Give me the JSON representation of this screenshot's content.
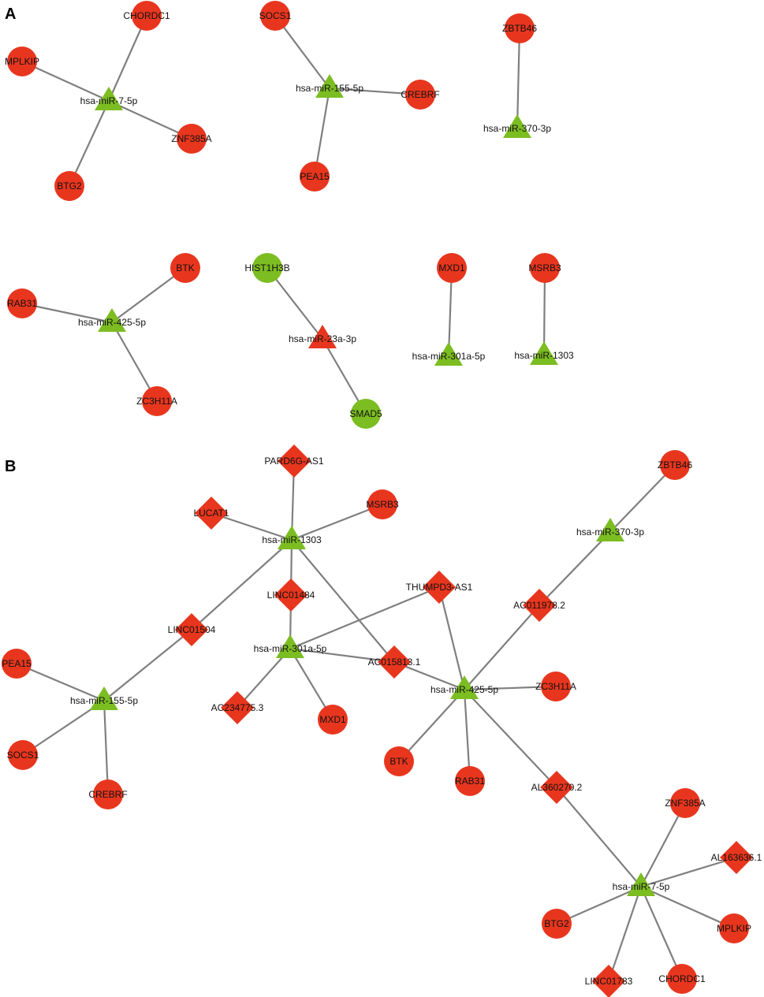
{
  "colors": {
    "red": "#e8361e",
    "green": "#7cbd22",
    "edge": "#7f7f7f"
  },
  "panels": [
    {
      "label": "A",
      "nodes": [
        {
          "id": "a_mir7",
          "label": "hsa-miR-7-5p",
          "shape": "triangle",
          "color": "green"
        },
        {
          "id": "a_chordc1",
          "label": "CHORDC1",
          "shape": "circle",
          "color": "red"
        },
        {
          "id": "a_mplkip",
          "label": "MPLKIP",
          "shape": "circle",
          "color": "red"
        },
        {
          "id": "a_znf385a",
          "label": "ZNF385A",
          "shape": "circle",
          "color": "red"
        },
        {
          "id": "a_btg2",
          "label": "BTG2",
          "shape": "circle",
          "color": "red"
        },
        {
          "id": "a_mir155",
          "label": "hsa-miR-155-5p",
          "shape": "triangle",
          "color": "green"
        },
        {
          "id": "a_socs1",
          "label": "SOCS1",
          "shape": "circle",
          "color": "red"
        },
        {
          "id": "a_crebrf",
          "label": "CREBRF",
          "shape": "circle",
          "color": "red"
        },
        {
          "id": "a_pea15",
          "label": "PEA15",
          "shape": "circle",
          "color": "red"
        },
        {
          "id": "a_zbtb46",
          "label": "ZBTB46",
          "shape": "circle",
          "color": "red"
        },
        {
          "id": "a_mir370",
          "label": "hsa-miR-370-3p",
          "shape": "triangle",
          "color": "green"
        },
        {
          "id": "a_btk",
          "label": "BTK",
          "shape": "circle",
          "color": "red"
        },
        {
          "id": "a_rab31",
          "label": "RAB31",
          "shape": "circle",
          "color": "red"
        },
        {
          "id": "a_mir425",
          "label": "hsa-miR-425-5p",
          "shape": "triangle",
          "color": "green"
        },
        {
          "id": "a_zc3h11a",
          "label": "ZC3H11A",
          "shape": "circle",
          "color": "red"
        },
        {
          "id": "a_hist",
          "label": "HIST1H3B",
          "shape": "circle",
          "color": "green"
        },
        {
          "id": "a_mir23",
          "label": "hsa-miR-23a-3p",
          "shape": "triangle",
          "color": "red"
        },
        {
          "id": "a_smad5",
          "label": "SMAD5",
          "shape": "circle",
          "color": "green"
        },
        {
          "id": "a_mxd1",
          "label": "MXD1",
          "shape": "circle",
          "color": "red"
        },
        {
          "id": "a_mir301",
          "label": "hsa-miR-301a-5p",
          "shape": "triangle",
          "color": "green"
        },
        {
          "id": "a_msrb3",
          "label": "MSRB3",
          "shape": "circle",
          "color": "red"
        },
        {
          "id": "a_mir1303",
          "label": "hsa-miR-1303",
          "shape": "triangle",
          "color": "green"
        }
      ],
      "edges": [
        [
          "a_mir7",
          "a_chordc1"
        ],
        [
          "a_mir7",
          "a_mplkip"
        ],
        [
          "a_mir7",
          "a_znf385a"
        ],
        [
          "a_mir7",
          "a_btg2"
        ],
        [
          "a_mir155",
          "a_socs1"
        ],
        [
          "a_mir155",
          "a_crebrf"
        ],
        [
          "a_mir155",
          "a_pea15"
        ],
        [
          "a_mir370",
          "a_zbtb46"
        ],
        [
          "a_mir425",
          "a_btk"
        ],
        [
          "a_mir425",
          "a_rab31"
        ],
        [
          "a_mir425",
          "a_zc3h11a"
        ],
        [
          "a_mir23",
          "a_hist"
        ],
        [
          "a_mir23",
          "a_smad5"
        ],
        [
          "a_mir301",
          "a_mxd1"
        ],
        [
          "a_mir1303",
          "a_msrb3"
        ]
      ]
    },
    {
      "label": "B",
      "nodes": [
        {
          "id": "b_pard6g",
          "label": "PARD6G-AS1",
          "shape": "diamond",
          "color": "red"
        },
        {
          "id": "b_lucat1",
          "label": "LUCAT1",
          "shape": "diamond",
          "color": "red"
        },
        {
          "id": "b_msrb3",
          "label": "MSRB3",
          "shape": "circle",
          "color": "red"
        },
        {
          "id": "b_mir1303",
          "label": "hsa-miR-1303",
          "shape": "triangle",
          "color": "green"
        },
        {
          "id": "b_zbtb46",
          "label": "ZBTB46",
          "shape": "circle",
          "color": "red"
        },
        {
          "id": "b_mir370",
          "label": "hsa-miR-370-3p",
          "shape": "triangle",
          "color": "green"
        },
        {
          "id": "b_linc01484",
          "label": "LINC01484",
          "shape": "diamond",
          "color": "red"
        },
        {
          "id": "b_thumpd3",
          "label": "THUMPD3-AS1",
          "shape": "diamond",
          "color": "red"
        },
        {
          "id": "b_ac011978",
          "label": "AC011978.2",
          "shape": "diamond",
          "color": "red"
        },
        {
          "id": "b_linc01504",
          "label": "LINC01504",
          "shape": "diamond",
          "color": "red"
        },
        {
          "id": "b_mir301",
          "label": "hsa-miR-301a-5p",
          "shape": "triangle",
          "color": "green"
        },
        {
          "id": "b_ac015813",
          "label": "AC015813.1",
          "shape": "diamond",
          "color": "red"
        },
        {
          "id": "b_pea15",
          "label": "PEA15",
          "shape": "circle",
          "color": "red"
        },
        {
          "id": "b_mir155",
          "label": "hsa-miR-155-5p",
          "shape": "triangle",
          "color": "green"
        },
        {
          "id": "b_mir425",
          "label": "hsa-miR-425-5p",
          "shape": "triangle",
          "color": "green"
        },
        {
          "id": "b_zc3h11a",
          "label": "ZC3H11A",
          "shape": "circle",
          "color": "red"
        },
        {
          "id": "b_ac234775",
          "label": "AC234775.3",
          "shape": "diamond",
          "color": "red"
        },
        {
          "id": "b_mxd1",
          "label": "MXD1",
          "shape": "circle",
          "color": "red"
        },
        {
          "id": "b_socs1",
          "label": "SOCS1",
          "shape": "circle",
          "color": "red"
        },
        {
          "id": "b_btk",
          "label": "BTK",
          "shape": "circle",
          "color": "red"
        },
        {
          "id": "b_rab31",
          "label": "RAB31",
          "shape": "circle",
          "color": "red"
        },
        {
          "id": "b_crebrf",
          "label": "CREBRF",
          "shape": "circle",
          "color": "red"
        },
        {
          "id": "b_al360270",
          "label": "AL360270.2",
          "shape": "diamond",
          "color": "red"
        },
        {
          "id": "b_znf385a",
          "label": "ZNF385A",
          "shape": "circle",
          "color": "red"
        },
        {
          "id": "b_al163636",
          "label": "AL163636.1",
          "shape": "diamond",
          "color": "red"
        },
        {
          "id": "b_mir7",
          "label": "hsa-miR-7-5p",
          "shape": "triangle",
          "color": "green"
        },
        {
          "id": "b_btg2",
          "label": "BTG2",
          "shape": "circle",
          "color": "red"
        },
        {
          "id": "b_mplkip",
          "label": "MPLKIP",
          "shape": "circle",
          "color": "red"
        },
        {
          "id": "b_linc01783",
          "label": "LINC01783",
          "shape": "diamond",
          "color": "red"
        },
        {
          "id": "b_chordc1",
          "label": "CHORDC1",
          "shape": "circle",
          "color": "red"
        }
      ],
      "edges": [
        [
          "b_mir1303",
          "b_pard6g"
        ],
        [
          "b_mir1303",
          "b_lucat1"
        ],
        [
          "b_mir1303",
          "b_msrb3"
        ],
        [
          "b_mir1303",
          "b_linc01484"
        ],
        [
          "b_mir1303",
          "b_linc01504"
        ],
        [
          "b_mir1303",
          "b_ac015813"
        ],
        [
          "b_mir370",
          "b_zbtb46"
        ],
        [
          "b_mir370",
          "b_ac011978"
        ],
        [
          "b_mir301",
          "b_linc01484"
        ],
        [
          "b_mir301",
          "b_thumpd3"
        ],
        [
          "b_mir301",
          "b_ac015813"
        ],
        [
          "b_mir301",
          "b_ac234775"
        ],
        [
          "b_mir301",
          "b_mxd1"
        ],
        [
          "b_mir155",
          "b_linc01504"
        ],
        [
          "b_mir155",
          "b_pea15"
        ],
        [
          "b_mir155",
          "b_socs1"
        ],
        [
          "b_mir155",
          "b_crebrf"
        ],
        [
          "b_mir425",
          "b_thumpd3"
        ],
        [
          "b_mir425",
          "b_ac011978"
        ],
        [
          "b_mir425",
          "b_ac015813"
        ],
        [
          "b_mir425",
          "b_zc3h11a"
        ],
        [
          "b_mir425",
          "b_btk"
        ],
        [
          "b_mir425",
          "b_rab31"
        ],
        [
          "b_mir425",
          "b_al360270"
        ],
        [
          "b_mir7",
          "b_al360270"
        ],
        [
          "b_mir7",
          "b_znf385a"
        ],
        [
          "b_mir7",
          "b_al163636"
        ],
        [
          "b_mir7",
          "b_mplkip"
        ],
        [
          "b_mir7",
          "b_chordc1"
        ],
        [
          "b_mir7",
          "b_linc01783"
        ],
        [
          "b_mir7",
          "b_btg2"
        ]
      ]
    }
  ]
}
